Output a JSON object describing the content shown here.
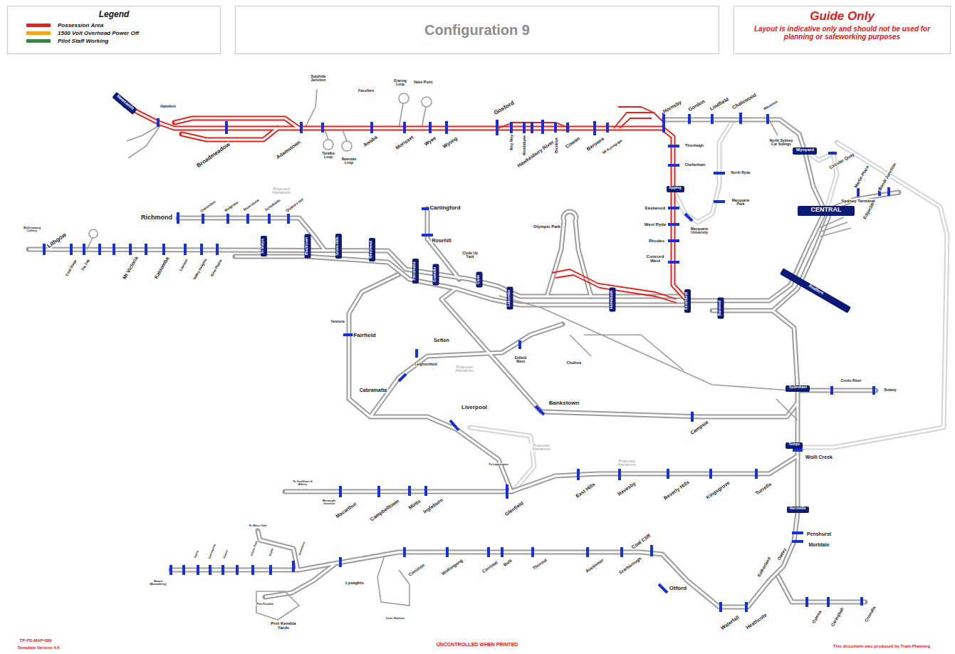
{
  "diagram": {
    "title": "Configuration 9",
    "nodes": [
      {
        "text": [
          "Legend"
        ]
      },
      {
        "text": [
          "Guide Only",
          "Layout is indicative only and should not be used for planning or safeworking purposes"
        ]
      },
      {
        "text": [
          "Newcastle"
        ]
      },
      {
        "text": [
          "Wynyard"
        ]
      },
      {
        "text": [
          "CENTRAL"
        ]
      },
      {
        "text": [
          "Epping"
        ]
      },
      {
        "text": [
          "St Marys"
        ]
      },
      {
        "text": [
          "Blacktown"
        ]
      },
      {
        "text": [
          "Seven Hills"
        ]
      },
      {
        "text": [
          "Westmead"
        ]
      },
      {
        "text": [
          "Parramatta"
        ]
      },
      {
        "text": [
          "Granville"
        ]
      },
      {
        "text": [
          "Clyde"
        ]
      },
      {
        "text": [
          "Lidcombe"
        ]
      },
      {
        "text": [
          "Homebush"
        ]
      },
      {
        "text": [
          "Strathfield"
        ]
      },
      {
        "text": [
          "Burwood"
        ]
      },
      {
        "text": [
          "Redfern"
        ]
      },
      {
        "text": [
          "Sydenham"
        ]
      },
      {
        "text": [
          "Tempe"
        ]
      },
      {
        "text": [
          "Hurstville"
        ]
      }
    ],
    "labels": [
      "Hamilton",
      "Sulphide Junction",
      "Fassifern",
      "Eraring Loop",
      "Vales Point",
      "Broadmeadow",
      "Adamstown",
      "Teralba Loop",
      "Newstan Loop",
      "Awaba",
      "Morisset",
      "Wyee",
      "Wyong",
      "Gosford",
      "Woy Woy",
      "Wondabyne",
      "Hawkesbury River",
      "Brooklyn",
      "Cowan",
      "Berowra",
      "Mt Kuring-gai",
      "Hornsby",
      "Gordon",
      "Lindfield",
      "Chatswood",
      "Waverton",
      "North Sydney Car Sidings",
      "Circular Quay",
      "Martin Place",
      "Bondi Junction",
      "Edgecliff",
      "Sydney Terminal",
      "Thornleigh",
      "Cheltenham",
      "North Ryde",
      "Macquarie Park",
      "Macquarie University",
      "Eastwood",
      "West Ryde",
      "Rhodes",
      "Concord West",
      "Olympic Park",
      "Carlingford",
      "Rosehill",
      "Clyde Up Yard",
      "Richmond",
      "Clarendon",
      "Mulgrave",
      "Riverstone",
      "Schofields",
      "Quakers Hill",
      "Proposed Alterations",
      "Lithgow",
      "Wallerawang Colliery",
      "Coal Stage",
      "Zig Zag",
      "Mt Victoria",
      "Katoomba",
      "Lawson",
      "Valley Heights",
      "Emu Plains",
      "Fairfield",
      "Yennora",
      "Sefton",
      "Leightonfield",
      "Proposed Alterations",
      "Enfield West",
      "Chullora",
      "Cabramatta",
      "Bankstown",
      "Campsie",
      "Liverpool",
      "Cooks River",
      "Botany",
      "Wolli Creek",
      "Proposed Alterations",
      "Proposed Alterations",
      "East Hills",
      "Revesby",
      "Beverly Hills",
      "Kingsgrove",
      "Turrella",
      "Glenfield",
      "Ingleburn",
      "Minto",
      "Campbelltown",
      "Macarthur",
      "To Goulburn & Albury",
      "Menangle Junction",
      "To Leppington",
      "Penshurst",
      "Mortdale",
      "Oatley",
      "Sutherland",
      "Gymea",
      "Caringbah",
      "Cronulla",
      "Waterfall",
      "Heathcote",
      "Otford",
      "Coal Cliff",
      "Scarborough",
      "Austinmer",
      "Thirroul",
      "Bulli",
      "Corrimal",
      "Wollongong",
      "Coniston",
      "Lysaghts",
      "Inner Harbour",
      "Port Kembla Yards",
      "Port Kembla",
      "To Moss Vale",
      "Unanderra",
      "Dapto",
      "Albion Park",
      "Kiama",
      "Gerringong",
      "Berry",
      "Nowra (Bomaderry)",
      "TP-PS-MAP-089",
      "Template Version 4.6",
      "UNCONTROLLED WHEN PRINTED",
      "This document was produced by Train Planning"
    ],
    "legend": [
      {
        "text": "Possession Area",
        "color": "#e8201a"
      },
      {
        "text": "1500 Volt Overhead Power Off",
        "color": "#f5a31a"
      },
      {
        "text": "Pilot Staff Working",
        "color": "#2e8b3a"
      }
    ]
  }
}
